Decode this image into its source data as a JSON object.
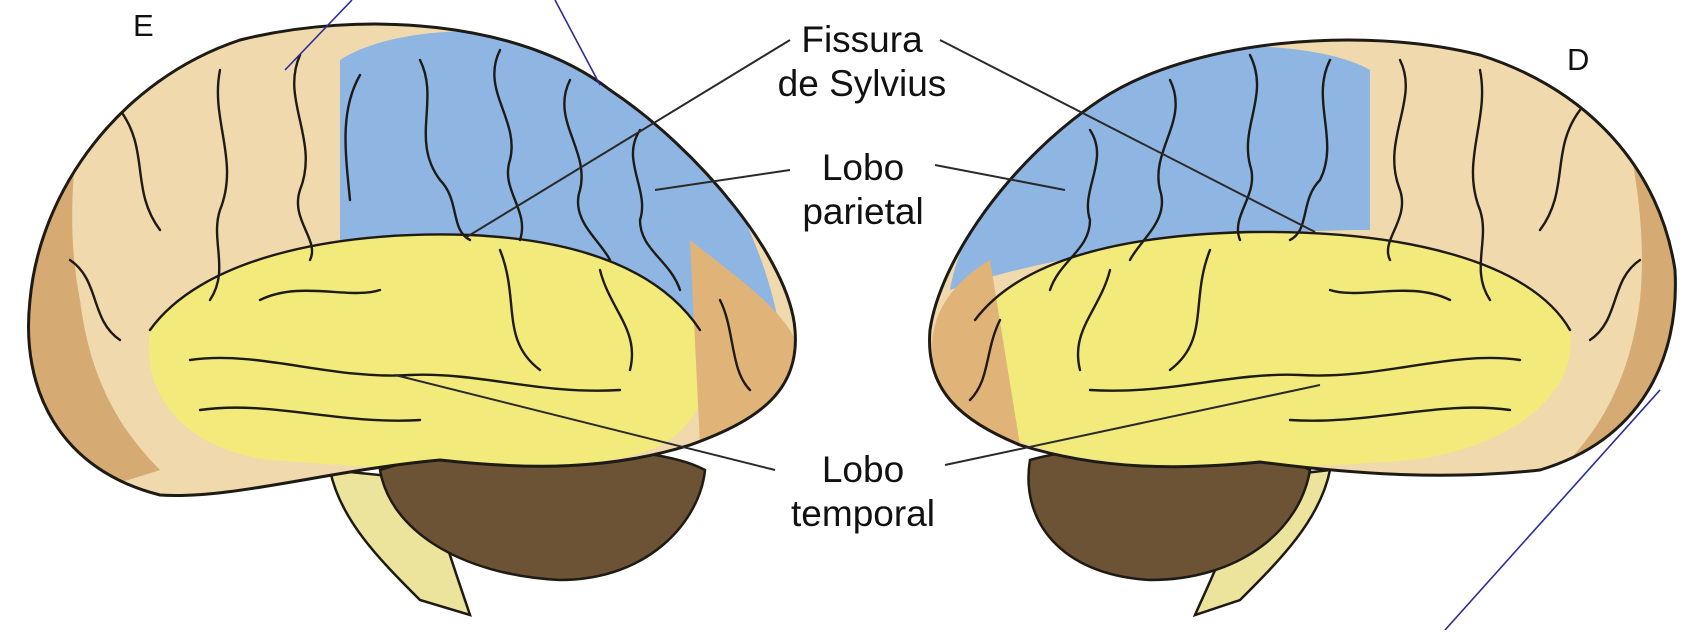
{
  "side_labels": {
    "left": "E",
    "right": "D"
  },
  "labels": {
    "sylvius": {
      "line1": "Fissura",
      "line2": "de Sylvius"
    },
    "parietal": {
      "line1": "Lobo",
      "line2": "parietal"
    },
    "temporal": {
      "line1": "Lobo",
      "line2": "temporal"
    }
  },
  "colors": {
    "frontal_occipital": "#efd9ad",
    "frontal_edge": "#cc9a60",
    "parietal": "#8fb5e3",
    "temporal": "#f3ea7c",
    "cerebellum": "#6d5335",
    "brainstem": "#ece49c",
    "outline": "#1e1a14",
    "leader_line": "#2a2a2a",
    "corner_line": "#2b2b9a"
  }
}
